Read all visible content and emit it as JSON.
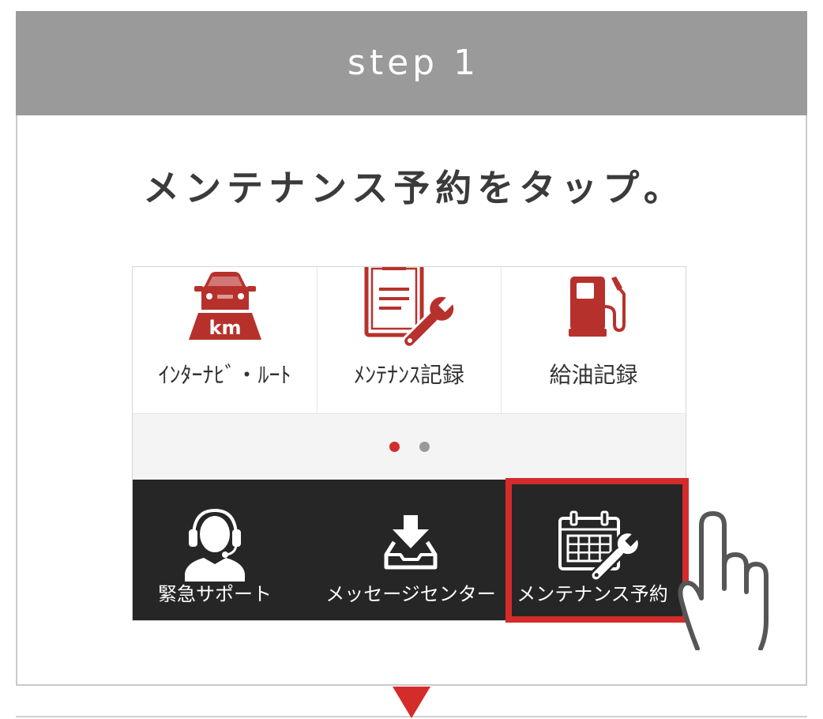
{
  "header": {
    "step_label": "step 1"
  },
  "instruction": {
    "title": "メンテナンス予約をタップ。"
  },
  "app_screen": {
    "top_menu": [
      {
        "label": "ｲﾝﾀｰﾅﾋﾞ・ﾙｰﾄ",
        "icon": "car-km-icon",
        "icon_text": "km"
      },
      {
        "label": "ﾒﾝﾃﾅﾝｽ記録",
        "icon": "clipboard-wrench-icon"
      },
      {
        "label": "給油記録",
        "icon": "fuel-pump-icon"
      }
    ],
    "pagination": {
      "pages": 2,
      "current": 1
    },
    "bottom_bar": [
      {
        "label": "緊急サポート",
        "icon": "headset-operator-icon"
      },
      {
        "label": "メッセージセンター",
        "icon": "download-tray-icon"
      },
      {
        "label": "メンテナンス予約",
        "icon": "calendar-wrench-icon",
        "highlighted": true
      }
    ]
  },
  "overlay": {
    "pointer_icon": "hand-pointer-icon",
    "next_step_icon": "down-triangle-icon"
  },
  "colors": {
    "accent": "#d42b2b",
    "header_background": "#9a9a9a",
    "bottom_bar_background": "#262626",
    "menu_icon_red": "#b7312c",
    "pagination_inactive": "#9a9a9a"
  }
}
